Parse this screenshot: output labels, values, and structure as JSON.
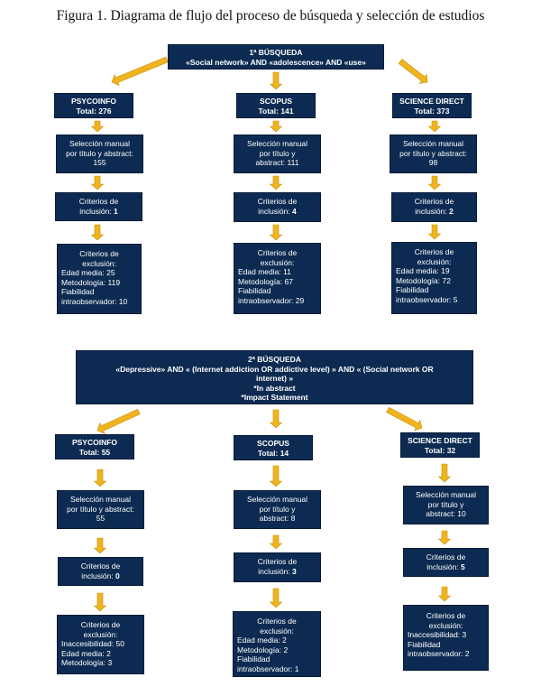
{
  "title": "Figura 1. Diagrama de flujo del proceso de búsqueda y selección de estudios",
  "search1": {
    "label": "1ª BÚSQUEDA",
    "query": "«Social network» AND «adolescence» AND «use»",
    "columns": [
      {
        "db": "PSYCOINFO",
        "total": "Total: 276",
        "manual": [
          "Selección manual",
          "por título y abstract:",
          "155"
        ],
        "incl_label": "Criterios de",
        "incl_prefix": "inclusión: ",
        "incl_value": "1",
        "excl": [
          "Criterios de",
          "exclusión:",
          "Edad media: 25",
          "Metodología: 119",
          "Fiabilidad",
          "intraobservador: 10"
        ]
      },
      {
        "db": "SCOPUS",
        "total": "Total: 141",
        "manual": [
          "Selección manual",
          "por título y",
          "abstract: 111"
        ],
        "incl_label": "Criterios de",
        "incl_prefix": "inclusión: ",
        "incl_value": "4",
        "excl": [
          "Criterios de",
          "exclusión:",
          "Edad media: 11",
          "Metodología: 67",
          "Fiabilidad",
          "intraobservador: 29"
        ]
      },
      {
        "db": "SCIENCE DIRECT",
        "total": "Total: 373",
        "manual": [
          "Selección manual",
          "por título y abstract:",
          "98"
        ],
        "incl_label": "Criterios de",
        "incl_prefix": "inclusión: ",
        "incl_value": "2",
        "excl": [
          "Criterios de",
          "exclusión:",
          "Edad media: 19",
          "Metodología: 72",
          "Fiabilidad",
          "intraobservador: 5"
        ]
      }
    ]
  },
  "search2": {
    "label": "2ª BÚSQUEDA",
    "query_l1": "«Depressive» AND « (Internet addiction OR addictive level) » AND « (Social network OR",
    "query_l2": "internet) »",
    "note1": "*In abstract",
    "note2": "*Impact Statement",
    "columns": [
      {
        "db": "PSYCOINFO",
        "total": "Total: 55",
        "manual": [
          "Selección manual",
          "por título y abstract:",
          "55"
        ],
        "incl_label": "Criterios de",
        "incl_prefix": "inclusión: ",
        "incl_value": "0",
        "excl": [
          "Criterios de",
          "exclusión:",
          "Inaccesibilidad: 50",
          "Edad media: 2",
          "Metodología: 3"
        ]
      },
      {
        "db": "SCOPUS",
        "total": "Total: 14",
        "manual": [
          "Selección manual",
          "por título y",
          "abstract: 8"
        ],
        "incl_label": "Criterios de",
        "incl_prefix": "inclusión: ",
        "incl_value": "3",
        "excl": [
          "Criterios de",
          "exclusión:",
          "Edad media: 2",
          "Metodología: 2",
          "Fiabilidad",
          "intraobservador: 1"
        ]
      },
      {
        "db": "SCIENCE DIRECT",
        "total": "Total: 32",
        "manual": [
          "Selección manual",
          "por título y",
          "abstract: 10"
        ],
        "incl_label": "Criterios de",
        "incl_prefix": "inclusión: ",
        "incl_value": "5",
        "excl": [
          "Criterios de",
          "exclusión:",
          "Inaccesibilidad: 3",
          "Fiabilidad",
          "intraobservador: 2"
        ]
      }
    ]
  },
  "colors": {
    "box": "#0d2b52",
    "arrow": "#f0b41e",
    "text": "#ffffff"
  }
}
